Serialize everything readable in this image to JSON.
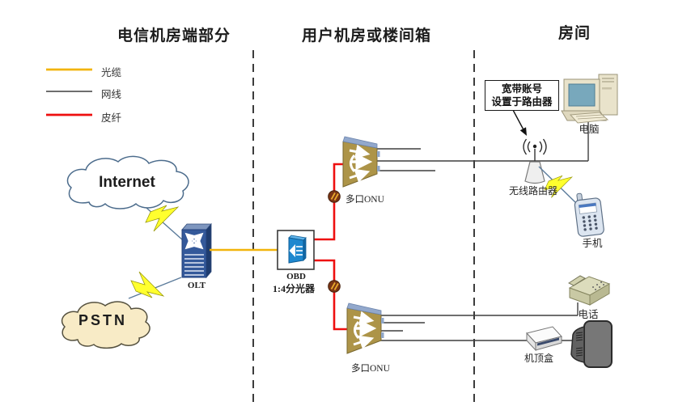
{
  "sections": {
    "telecom": "电信机房端部分",
    "user_room": "用户机房或楼间箱",
    "room": "房间"
  },
  "legend": {
    "optical": "光缆",
    "ethernet": "网线",
    "drop_fiber": "皮纤"
  },
  "clouds": {
    "internet": "Internet",
    "pstn": "PSTN"
  },
  "devices": {
    "olt": "OLT",
    "obd": "OBD",
    "obd_desc": "1:4分光器",
    "onu_top": "多口ONU",
    "onu_bottom": "多口ONU",
    "computer": "电脑",
    "wireless_router": "无线路由器",
    "mobile_phone": "手机",
    "telephone": "电话",
    "set_top_box": "机顶盒"
  },
  "callout": {
    "line1": "宽带账号",
    "line2": "设置于路由器"
  },
  "colors": {
    "optical_yellow": "#F2B40C",
    "ethernet_gray": "#3F3F3F",
    "drop_fiber_red": "#EE0F0F",
    "divider_gray": "#3C3C3C",
    "bolt_yellow": "#FFFF2E"
  }
}
